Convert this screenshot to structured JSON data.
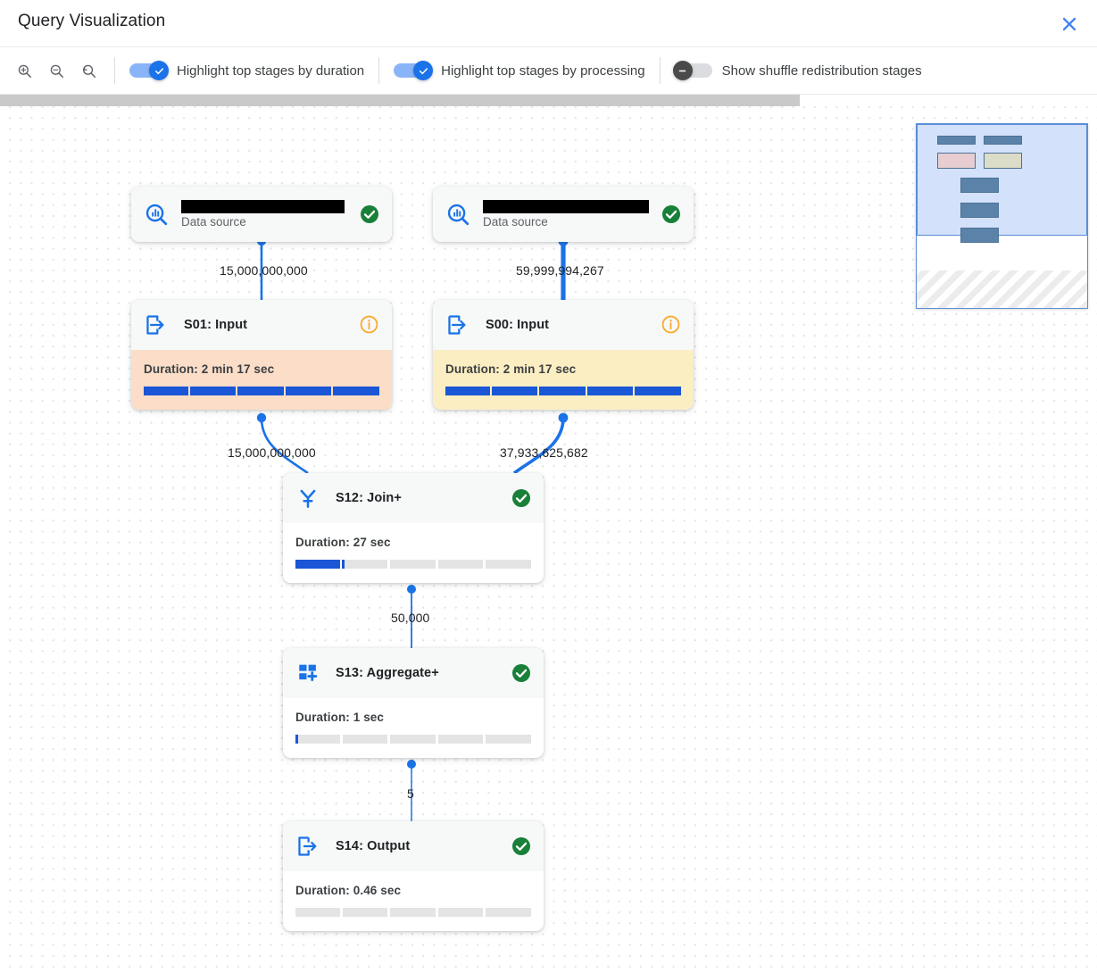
{
  "window": {
    "title": "Query Visualization",
    "close_icon": "close-icon"
  },
  "toolbar": {
    "zoom_in": {
      "label": "Zoom in",
      "icon": "zoom-in-icon"
    },
    "zoom_out": {
      "label": "Zoom out",
      "icon": "zoom-out-icon"
    },
    "zoom_reset": {
      "label": "Reset zoom",
      "icon": "zoom-reset-icon"
    },
    "toggles": [
      {
        "label": "Highlight top stages by duration",
        "state": "on"
      },
      {
        "label": "Highlight top stages by processing",
        "state": "on"
      },
      {
        "label": "Show shuffle redistribution stages",
        "state": "off"
      }
    ]
  },
  "colors": {
    "accent_blue": "#1a73e8",
    "edge_blue": "#1a73e8",
    "progress_blue": "#1a56d6",
    "status_green": "#188038",
    "status_warn": "#f9ab2e",
    "highlight_peach": "#fbddc8",
    "highlight_yellow": "#fbeec2",
    "track_gray": "#e4e4e4"
  },
  "graph": {
    "nodes": [
      {
        "id": "ds-left",
        "type": "data-source",
        "icon": "data-source-search-icon",
        "name_redacted": true,
        "subtitle": "Data source",
        "status": "success",
        "status_icon": "check-circle-icon"
      },
      {
        "id": "ds-right",
        "type": "data-source",
        "icon": "data-source-search-icon",
        "name_redacted": true,
        "subtitle": "Data source",
        "status": "success",
        "status_icon": "check-circle-icon"
      },
      {
        "id": "s01",
        "type": "stage",
        "icon": "input-arrow-icon",
        "title": "S01: Input",
        "status": "info",
        "status_icon": "info-circle-icon",
        "duration": "Duration: 2 min 17 sec",
        "progress_pct": 100,
        "highlight": "peach"
      },
      {
        "id": "s00",
        "type": "stage",
        "icon": "input-arrow-icon",
        "title": "S00: Input",
        "status": "info",
        "status_icon": "info-circle-icon",
        "duration": "Duration: 2 min 17 sec",
        "progress_pct": 100,
        "highlight": "yellow"
      },
      {
        "id": "s12",
        "type": "stage",
        "icon": "join-icon",
        "title": "S12: Join+",
        "status": "success",
        "status_icon": "check-circle-icon",
        "duration": "Duration: 27 sec",
        "progress_pct": 21,
        "highlight": "none"
      },
      {
        "id": "s13",
        "type": "stage",
        "icon": "aggregate-icon",
        "title": "S13: Aggregate+",
        "status": "success",
        "status_icon": "check-circle-icon",
        "duration": "Duration: 1 sec",
        "progress_pct": 1,
        "highlight": "none"
      },
      {
        "id": "s14",
        "type": "stage",
        "icon": "output-arrow-icon",
        "title": "S14: Output",
        "status": "success",
        "status_icon": "check-circle-icon",
        "duration": "Duration: 0.46 sec",
        "progress_pct": 0,
        "highlight": "none"
      }
    ],
    "edges": [
      {
        "from": "ds-left",
        "to": "s01",
        "label": "15,000,000,000",
        "weight": "thin"
      },
      {
        "from": "ds-right",
        "to": "s00",
        "label": "59,999,994,267",
        "weight": "thick"
      },
      {
        "from": "s01",
        "to": "s12",
        "label": "15,000,000,000",
        "weight": "thin"
      },
      {
        "from": "s00",
        "to": "s12",
        "label": "37,933,625,682",
        "weight": "medium"
      },
      {
        "from": "s12",
        "to": "s13",
        "label": "50,000",
        "weight": "thin"
      },
      {
        "from": "s13",
        "to": "s14",
        "label": "5",
        "weight": "hair"
      }
    ]
  },
  "minimap": {
    "name": "graph-minimap",
    "thumbnails": [
      {
        "kind": "datasource"
      },
      {
        "kind": "datasource"
      },
      {
        "kind": "stage-peach"
      },
      {
        "kind": "stage-khaki"
      },
      {
        "kind": "stage"
      },
      {
        "kind": "stage"
      },
      {
        "kind": "stage"
      }
    ]
  },
  "scrollbar": {
    "name": "horizontal-scrollbar",
    "thumb_pct": 73
  }
}
